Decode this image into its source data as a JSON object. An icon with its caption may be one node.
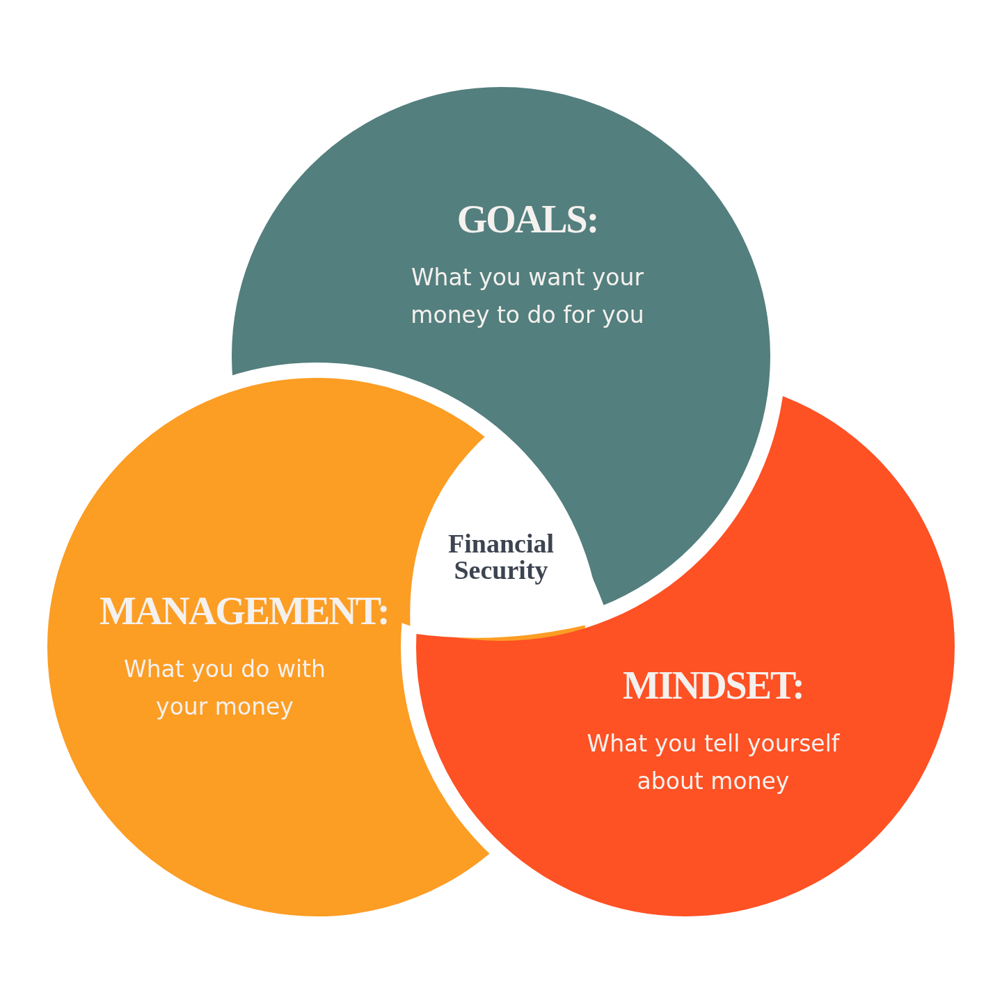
{
  "diagram": {
    "nodes": [
      {
        "text": [
          "GOALS:",
          "What you want your money to do for you"
        ]
      },
      {
        "text": [
          "Financial Security"
        ]
      },
      {
        "text": [
          "MANAGEMENT:",
          "What you do with your money"
        ]
      },
      {
        "text": [
          "MINDSET:",
          "What you tell yourself about money"
        ]
      }
    ],
    "edges": []
  }
}
